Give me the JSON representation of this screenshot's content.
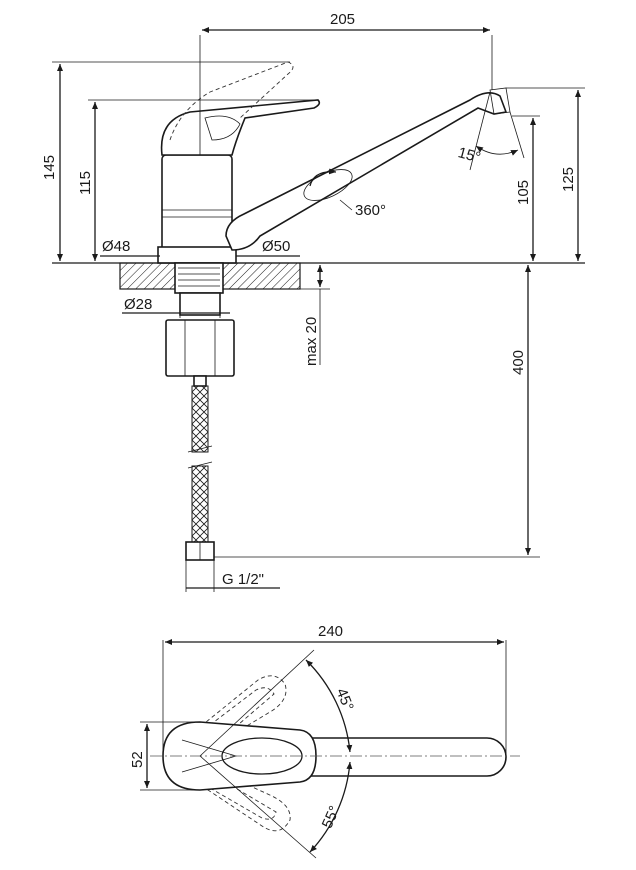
{
  "side_view": {
    "width_total": "205",
    "height_total": "145",
    "height_body": "115",
    "spout_height": "105",
    "spout_top_height": "125",
    "base_diameter": "Ø48",
    "flange_diameter": "Ø50",
    "shank_diameter": "Ø28",
    "max_thickness": "max 20",
    "hose_length": "400",
    "thread": "G 1/2\"",
    "spout_rotation": "360°",
    "spout_angle": "15°"
  },
  "top_view": {
    "width_total": "240",
    "handle_width": "52",
    "angle_upper": "45°",
    "angle_lower": "55°"
  }
}
